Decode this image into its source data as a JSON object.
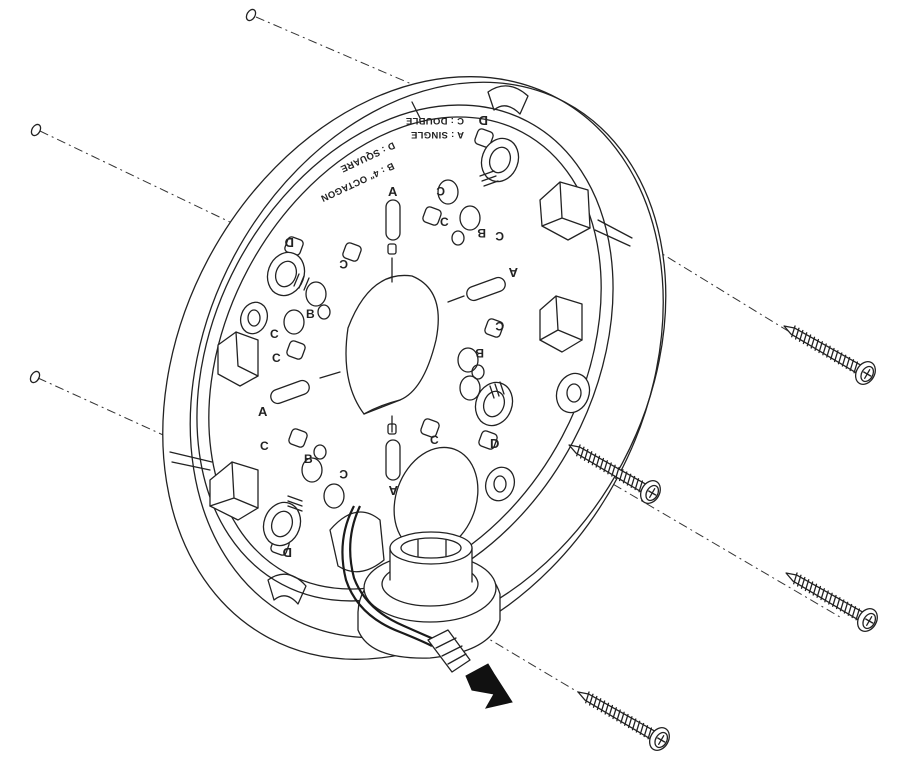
{
  "plate_text": {
    "line1": "C : DOUBLE",
    "line2": "A : SINGLE",
    "line3": "D : SQUARE",
    "line4": "B : 4\" OCTAGON"
  },
  "hole_labels": {
    "a": "A",
    "b": "B",
    "c": "C",
    "d": "D"
  },
  "icons": {
    "wall_anchor": "wall-anchor-icon",
    "screw": "screw-icon",
    "arrow": "direction-arrow-icon",
    "cable": "network-cable-icon"
  }
}
